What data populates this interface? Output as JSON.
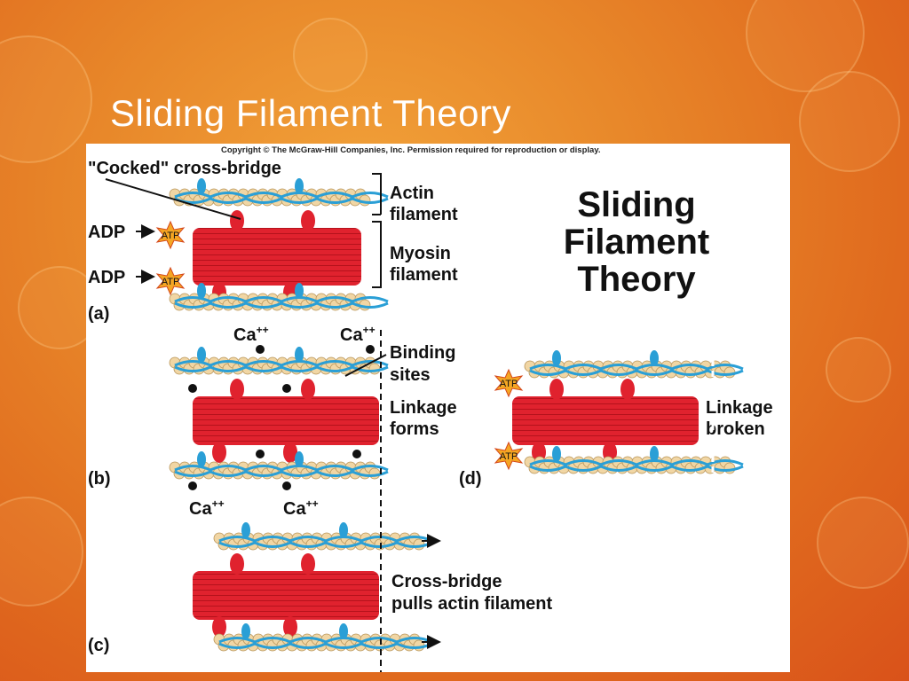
{
  "slide": {
    "title": "Sliding Filament Theory"
  },
  "figure": {
    "copyright": "Copyright © The McGraw-Hill Companies, Inc. Permission required for reproduction or display.",
    "big_title_lines": [
      "Sliding",
      "Filament",
      "Theory"
    ],
    "labels": {
      "cocked": "\"Cocked\" cross-bridge",
      "actin_1": "Actin",
      "actin_2": "filament",
      "myosin_1": "Myosin",
      "myosin_2": "filament",
      "adp_top": "ADP",
      "adp_bottom": "ADP",
      "atp": "ATP",
      "panel_a": "(a)",
      "panel_b": "(b)",
      "panel_c": "(c)",
      "panel_d": "(d)",
      "ca": "Ca",
      "ca_sup": "++",
      "binding_1": "Binding",
      "binding_2": "sites",
      "linkage_forms_1": "Linkage",
      "linkage_forms_2": "forms",
      "linkage_broken_1": "Linkage",
      "linkage_broken_2": "broken",
      "crossbridge_1": "Cross-bridge",
      "crossbridge_2": "pulls actin filament"
    }
  },
  "colors": {
    "myosin": "#e0222e",
    "actin_bead": "#f1d6a4",
    "actin_strand": "#2a9fd6",
    "atp_star": "#f5a623"
  }
}
